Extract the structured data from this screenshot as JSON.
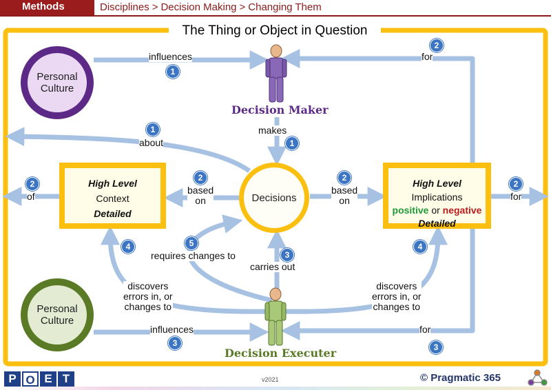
{
  "header": {
    "section": "Methods",
    "breadcrumb": [
      "Disciplines",
      "Decision Making",
      "Changing Them"
    ],
    "separator": ">"
  },
  "title": "The Thing or Object in Question",
  "nodes": {
    "culture_top": "Personal Culture",
    "culture_bottom": "Personal Culture",
    "decisions": "Decisions",
    "decision_maker": "Decision Maker",
    "decision_executer": "Decision Executer",
    "context": {
      "line1": "High Level",
      "line2": "Context",
      "line3": "Detailed"
    },
    "implications": {
      "line1": "High Level",
      "line2": "Implications",
      "positive": "positive",
      "or": "or",
      "negative": "negative",
      "line3": "Detailed"
    }
  },
  "edge_labels": {
    "influences_top": "influences",
    "influences_bottom": "influences",
    "for_top": "for",
    "for_bottom": "for",
    "for_right": "for",
    "of_left": "of",
    "about": "about",
    "makes": "makes",
    "based_on_left": [
      "based",
      "on"
    ],
    "based_on_right": [
      "based",
      "on"
    ],
    "requires_changes_to": "requires changes to",
    "carries_out": "carries out",
    "discovers_left": [
      "discovers",
      "errors in, or",
      "changes to"
    ],
    "discovers_right": [
      "discovers",
      "errors in, or",
      "changes to"
    ]
  },
  "badges": {
    "influences_top": "1",
    "about": "1",
    "makes": "1",
    "for_top": "2",
    "of_left": "2",
    "based_left": "2",
    "based_right": "2",
    "for_right": "2",
    "carries_out": "3",
    "influences_bottom": "3",
    "for_bottom": "3",
    "discovers_left": "4",
    "discovers_right": "4",
    "requires": "5"
  },
  "footer": {
    "logo_letters": [
      "P",
      "O",
      "E",
      "T"
    ],
    "version": "v2021",
    "brand": "© Pragmatic 365"
  },
  "colors": {
    "frame": "#fbbf10",
    "arrow": "#a7c1e3",
    "badge": "#3b75c4",
    "header": "#9b1c1c",
    "maker": "#5c2a86",
    "executer": "#5a7a26"
  }
}
